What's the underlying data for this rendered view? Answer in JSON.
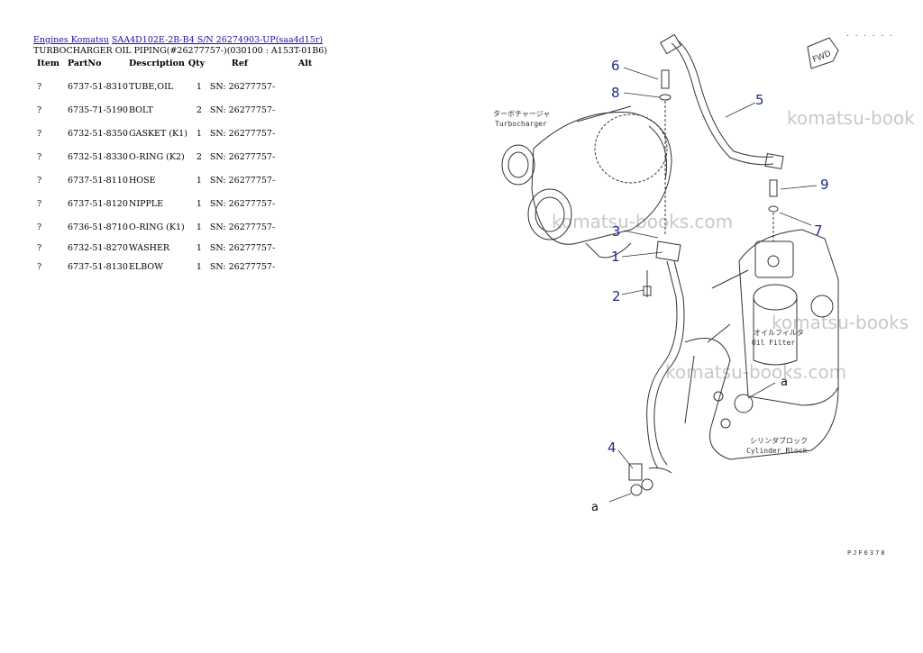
{
  "breadcrumb": {
    "link1": "Engines Komatsu",
    "link2": "SAA4D102E-2B-B4 S/N 26274903-UP(saa4d15r)"
  },
  "page_title": "TURBOCHARGER OIL PIPING(#26277757-)(030100 : A153T-01B6)",
  "table": {
    "headers": [
      "Item",
      "PartNo",
      "Description",
      "Qty",
      "Ref",
      "Alt"
    ],
    "rows": [
      {
        "item": "?",
        "part": "6737-51-8310",
        "desc": "TUBE,OIL",
        "qty": "1",
        "ref": "SN: 26277757-",
        "alt": ""
      },
      {
        "item": "?",
        "part": "6735-71-5190",
        "desc": "BOLT",
        "qty": "2",
        "ref": "SN: 26277757-",
        "alt": ""
      },
      {
        "item": "?",
        "part": "6732-51-8350",
        "desc": "GASKET (K1)",
        "qty": "1",
        "ref": "SN: 26277757-",
        "alt": ""
      },
      {
        "item": "?",
        "part": "6732-51-8330",
        "desc": "O-RING (K2)",
        "qty": "2",
        "ref": "SN: 26277757-",
        "alt": ""
      },
      {
        "item": "?",
        "part": "6737-51-8110",
        "desc": "HOSE",
        "qty": "1",
        "ref": "SN: 26277757-",
        "alt": ""
      },
      {
        "item": "?",
        "part": "6737-51-8120",
        "desc": "NIPPLE",
        "qty": "1",
        "ref": "SN: 26277757-",
        "alt": ""
      },
      {
        "item": "?",
        "part": "6736-51-8710",
        "desc": "O-RING (K1)",
        "qty": "1",
        "ref": "SN: 26277757-",
        "alt": ""
      },
      {
        "item": "?",
        "part": "6732-51-8270",
        "desc": "WASHER",
        "qty": "1",
        "ref": "SN: 26277757-",
        "alt": ""
      },
      {
        "item": "?",
        "part": "6737-51-8130",
        "desc": "ELBOW",
        "qty": "1",
        "ref": "SN: 26277757-",
        "alt": ""
      }
    ]
  },
  "diagram": {
    "callouts": [
      "1",
      "2",
      "3",
      "4",
      "5",
      "6",
      "7",
      "8",
      "9",
      "a",
      "a"
    ],
    "label_turbo_jp": "ターボチャージャ",
    "label_turbo": "Turbocharger",
    "label_oilfilter_jp": "オイルフィルタ",
    "label_oilfilter": "Oil Filter",
    "label_block_jp": "シリンダブロック",
    "label_block": "Cylinder Block",
    "fwd": "FWD",
    "dots": ". . . . . .",
    "drawing_code": "PJF6378",
    "watermark": "komatsu-books.com",
    "watermark_short": "komatsu-book",
    "watermark_mid": "komatsu-books"
  }
}
